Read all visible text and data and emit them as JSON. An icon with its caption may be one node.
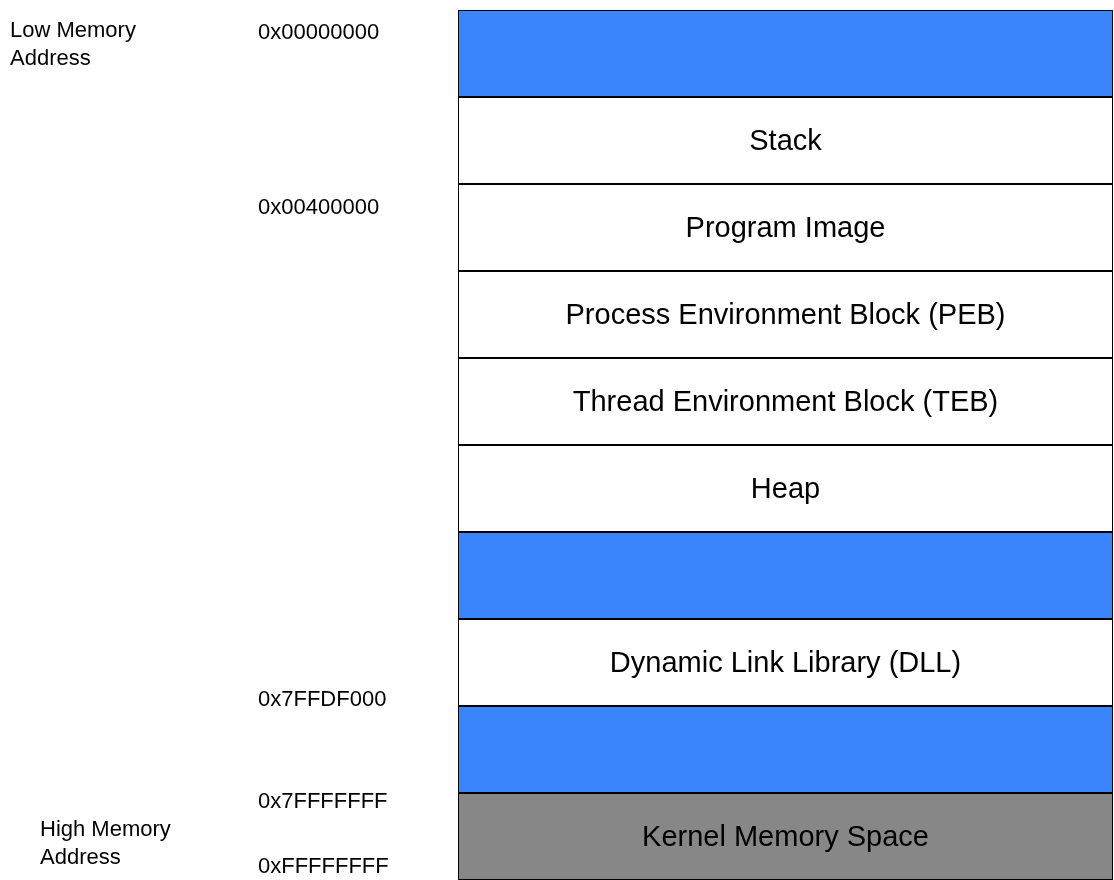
{
  "diagram": {
    "nodes": [
      {
        "text": [],
        "shape": "bar"
      },
      {
        "text": [
          "Stack"
        ]
      },
      {
        "text": [
          "Program Image"
        ]
      },
      {
        "text": [
          "Process Environment Block (PEB)"
        ]
      },
      {
        "text": [
          "Thread Environment Block (TEB)"
        ]
      },
      {
        "text": [
          "Heap"
        ]
      },
      {
        "text": [],
        "shape": "bar"
      },
      {
        "text": [
          "Dynamic Link Library (DLL)"
        ]
      },
      {
        "text": [],
        "shape": "bar"
      },
      {
        "text": [
          "Kernel Memory Space"
        ]
      }
    ],
    "labels": [
      "Low Memory Address",
      "0x00000000",
      "0x00400000",
      "0x7FFDF000",
      "0x7FFFFFFF",
      "High Memory Address",
      "0xFFFFFFFF"
    ]
  }
}
